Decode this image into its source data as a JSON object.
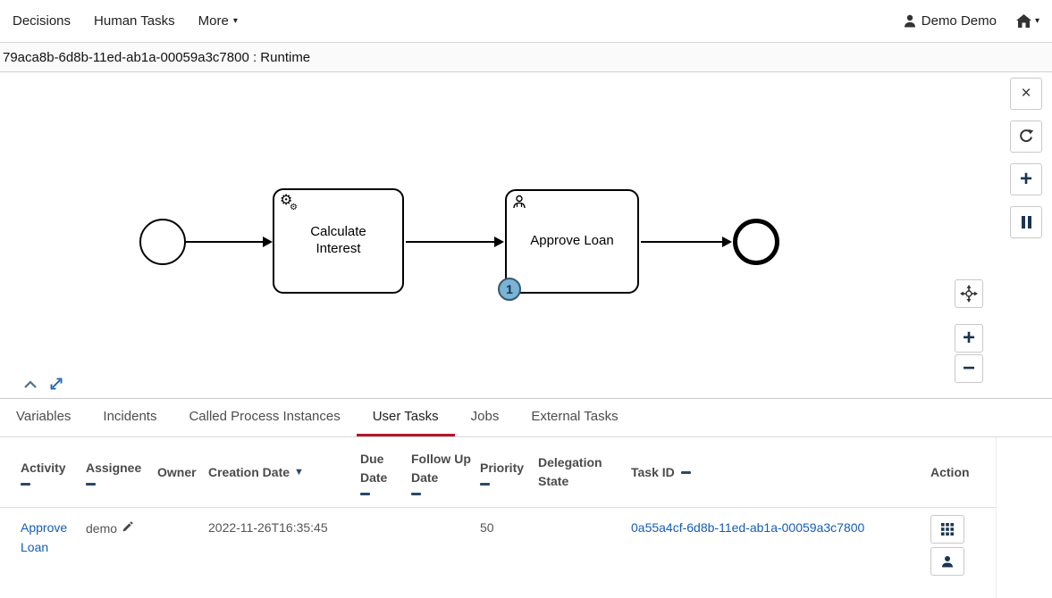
{
  "navbar": {
    "items": [
      "Decisions",
      "Human Tasks",
      "More"
    ],
    "more_caret": "▾",
    "user_label": "Demo Demo",
    "home_caret": "▾"
  },
  "titlebar": {
    "text": "79aca8b-6d8b-11ed-ab1a-00059a3c7800 : Runtime"
  },
  "diagram": {
    "tasks": [
      {
        "label": "Calculate Interest",
        "type": "service-task",
        "icon": "gears-icon"
      },
      {
        "label": "Approve Loan",
        "type": "user-task",
        "icon": "user-icon",
        "badge_count": "1"
      }
    ],
    "toolbar": {
      "close": "×",
      "zoom_in": "+",
      "zoom_out": "−"
    },
    "icons": [
      "close-icon",
      "refresh-icon",
      "add-icon",
      "pause-icon",
      "reset-zoom-crosshair-icon",
      "zoom-in-icon",
      "zoom-out-icon",
      "collapse-chevron-icon",
      "expand-diagonal-icon"
    ]
  },
  "tabs": {
    "items": [
      "Variables",
      "Incidents",
      "Called Process Instances",
      "User Tasks",
      "Jobs",
      "External Tasks"
    ],
    "active": "User Tasks"
  },
  "user_tasks_table": {
    "columns": [
      {
        "label": "Activity"
      },
      {
        "label": "Assignee"
      },
      {
        "label": "Owner"
      },
      {
        "label": "Creation Date",
        "sorted": "desc"
      },
      {
        "label": "Due Date"
      },
      {
        "label": "Follow Up Date"
      },
      {
        "label": "Priority"
      },
      {
        "label": "Delegation State"
      },
      {
        "label": "Task ID"
      },
      {
        "label": "Action"
      }
    ],
    "row": {
      "activity": "Approve Loan",
      "assignee": "demo",
      "owner": "",
      "creation_date": "2022-11-26T16:35:45",
      "due_date": "",
      "follow_up_date": "",
      "priority": "50",
      "delegation_state": "",
      "task_id": "0a55a4cf-6d8b-11ed-ab1a-00059a3c7800"
    },
    "action_icons": [
      "grid-icon",
      "person-icon"
    ]
  },
  "colors": {
    "tab_active_underline": "#b5152b",
    "link": "#155cb5",
    "badge_fill": "#7ab3d4",
    "badge_border": "#37586e"
  }
}
